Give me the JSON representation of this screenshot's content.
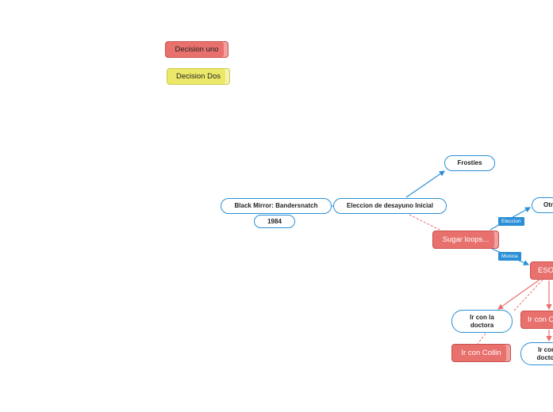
{
  "legend": {
    "decision_one": "Decision uno",
    "decision_two": "Decision Dos"
  },
  "nodes": {
    "root": "Black Mirror: Bandersnatch",
    "year": "1984",
    "breakfast": "Eleccion de desayuno Inicial",
    "frosties": "Frosties",
    "sugar_loops": "Sugar loops...",
    "other": "Otr",
    "eso": "ESO",
    "go_doctor": "Ir con la doctora",
    "go_colin_right": "Ir con C",
    "go_colin_bottom": "Ir con Collin",
    "go_doctor_right": "Ir con doctor"
  },
  "tags": {
    "eleccion": "Eleccion",
    "musica": "Musica"
  },
  "colors": {
    "link_blue": "#2a8fd6",
    "link_red": "#e8706d",
    "decision_red": "#e8706d",
    "decision_yellow": "#ece86a"
  }
}
